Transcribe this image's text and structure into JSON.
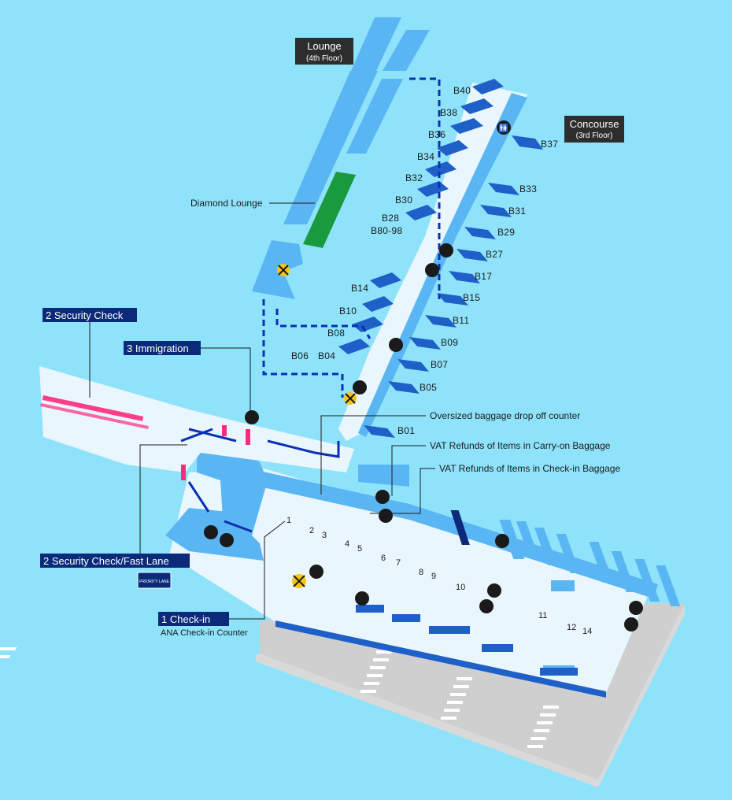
{
  "lounge": {
    "title": "Lounge",
    "floor": "(4th Floor)"
  },
  "concourse": {
    "title": "Concourse",
    "floor": "(3rd Floor)"
  },
  "diamond_lounge": "Diamond Lounge",
  "steps": {
    "security": "2 Security Check",
    "immigration": "3 Immigration",
    "fast_lane": "2 Security Check/Fast Lane",
    "checkin": "1 Check-in",
    "checkin_sub": "ANA Check-in Counter"
  },
  "callouts": {
    "oversized": "Oversized baggage drop off counter",
    "vat_carry": "VAT Refunds of Items in Carry-on Baggage",
    "vat_checkin": "VAT Refunds of Items in Check-in Baggage"
  },
  "gates": [
    "B40",
    "B38",
    "B36",
    "B34",
    "B32",
    "B30",
    "B28",
    "B80-98",
    "B14",
    "B10",
    "B08",
    "B06",
    "B04",
    "B37",
    "B33",
    "B31",
    "B29",
    "B27",
    "B17",
    "B15",
    "B11",
    "B09",
    "B07",
    "B05",
    "B01"
  ],
  "counters": [
    "1",
    "2",
    "3",
    "4",
    "5",
    "6",
    "7",
    "8",
    "9",
    "10",
    "11",
    "12",
    "14"
  ],
  "fast_lane_badge": "PRIORITY LANE",
  "colors": {
    "background": "#8ee3fb",
    "floor": "#e9f6fd",
    "wall": "#1f5fc8",
    "counter": "#5ab6f3",
    "diamond_lounge": "#1a9a3e",
    "label_box": "#0b2b7a",
    "security_dots": "#ff2a7a",
    "route": "#0b2fb5"
  },
  "icons": [
    "restroom-icon",
    "nursery-icon",
    "no-smoking-icon",
    "smoking-area-icon",
    "baggage-wrap-icon",
    "escalator-icon"
  ]
}
